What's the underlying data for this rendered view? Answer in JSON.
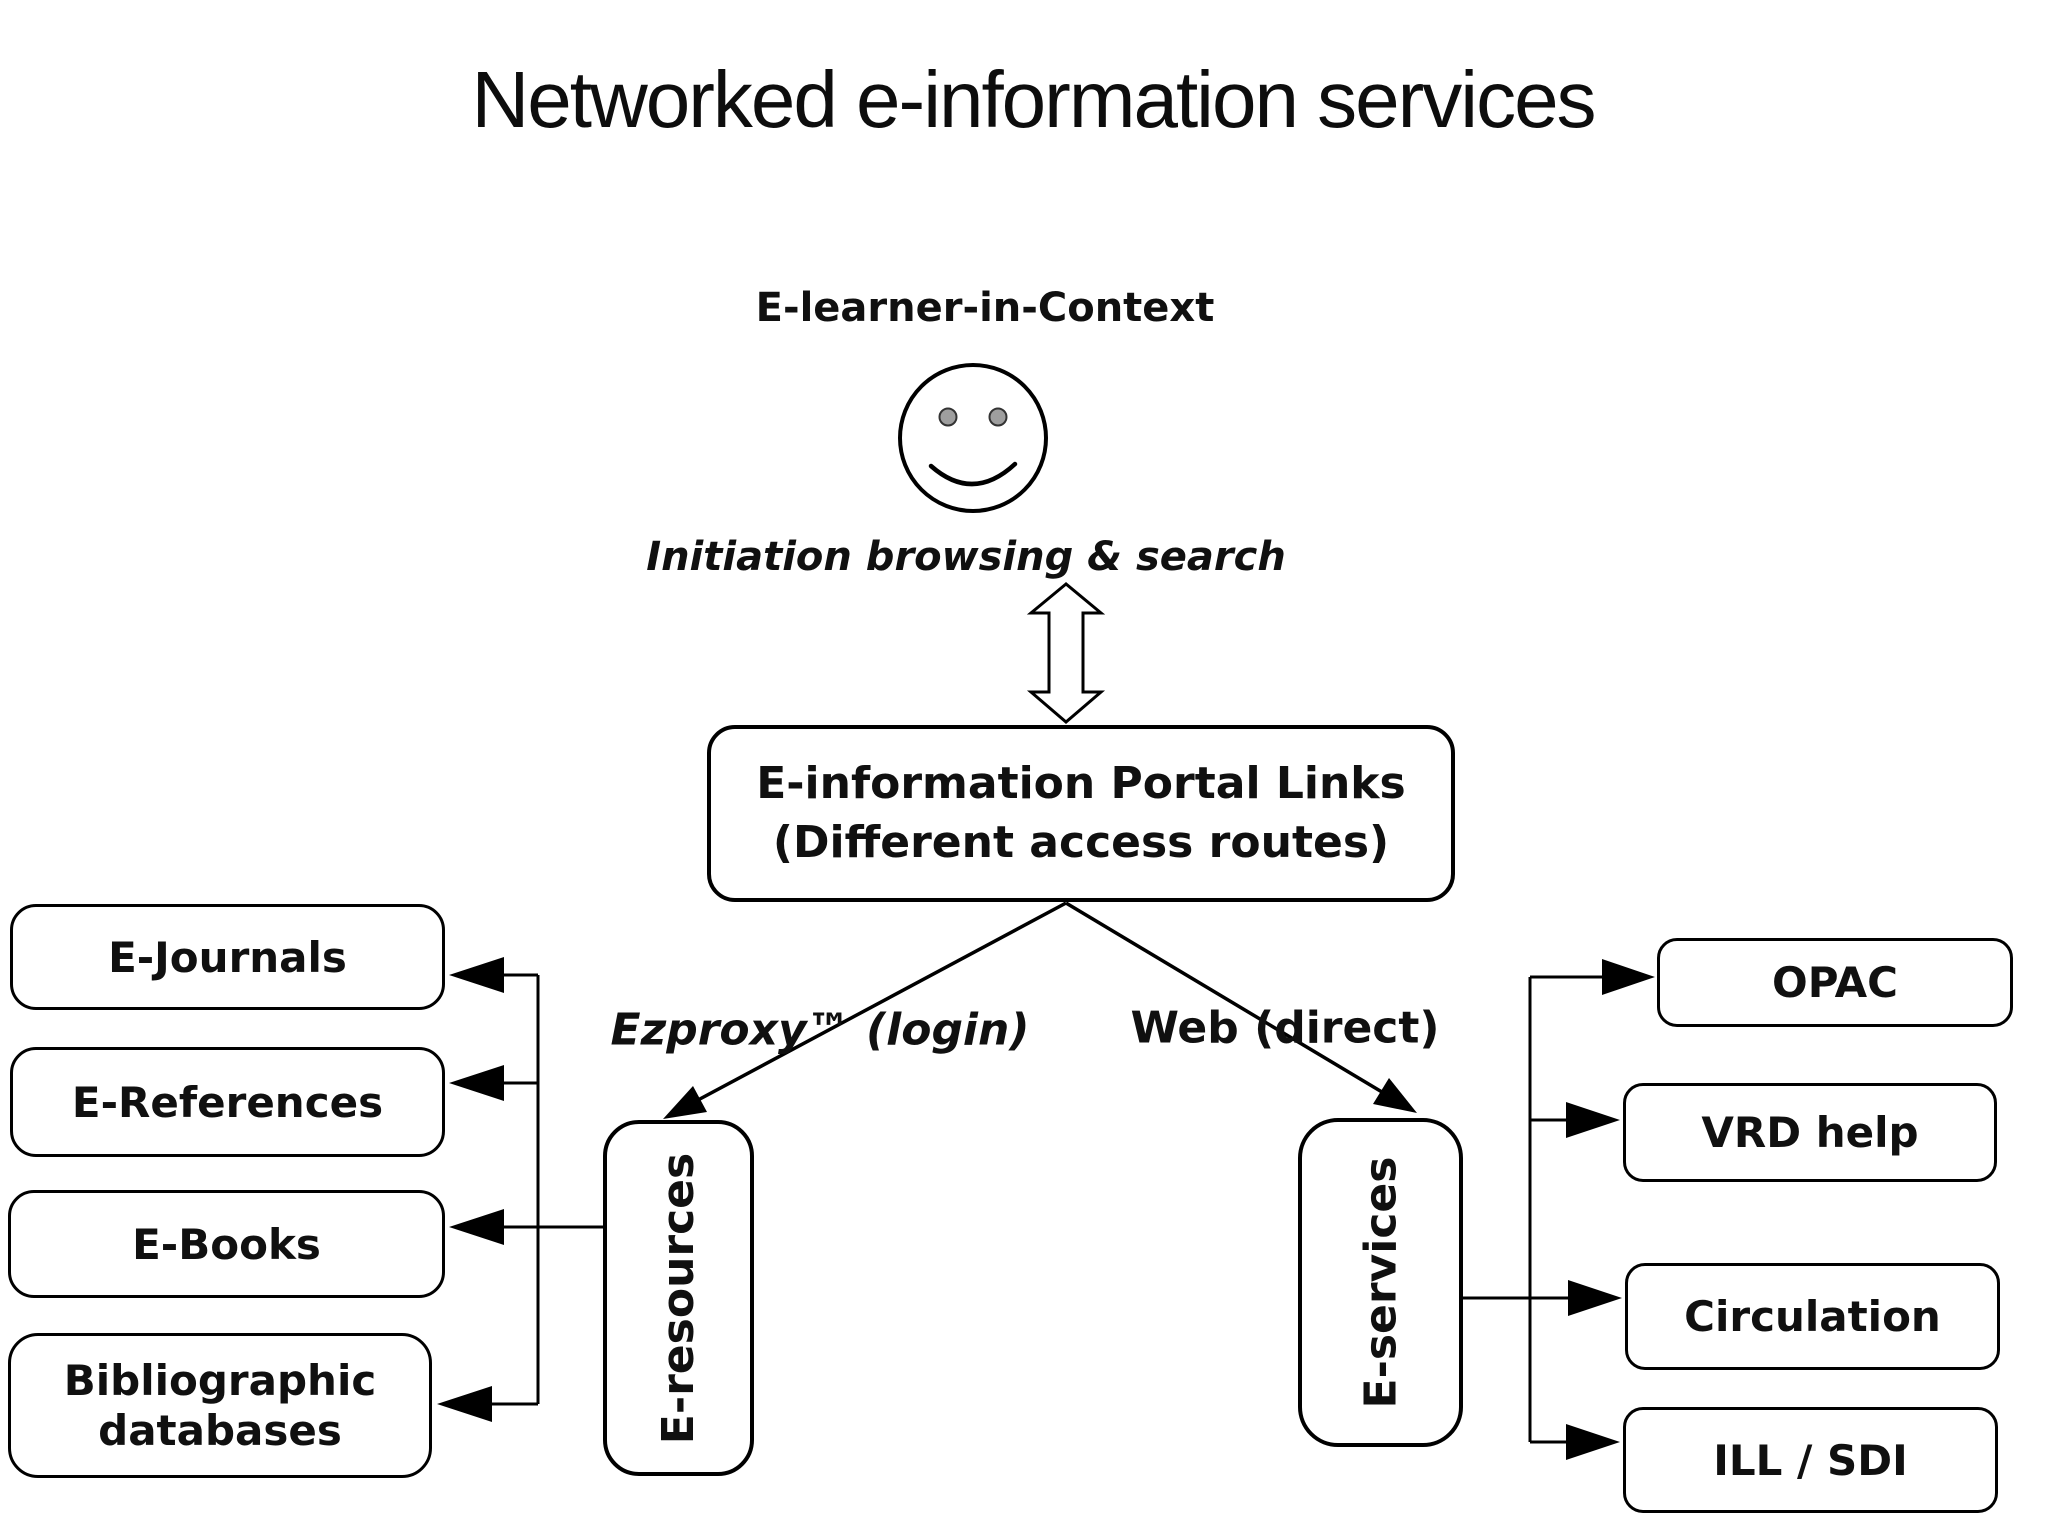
{
  "title": "Networked e-information services",
  "diagram": {
    "learner_label": "E-learner-in-Context",
    "interaction_label": "Initiation browsing & search",
    "portal": {
      "line1": "E-information Portal Links",
      "line2": "(Different access routes)"
    },
    "routes": {
      "left_label": "Ezproxy™ (login)",
      "right_label": "Web (direct)"
    },
    "hubs": {
      "left": "E-resources",
      "right": "E-services"
    },
    "resources": [
      "E-Journals",
      "E-References",
      "E-Books",
      "Bibliographic databases"
    ],
    "services": [
      "OPAC",
      "VRD help",
      "Circulation",
      "ILL / SDI"
    ],
    "icons": {
      "smiley": "smiley-face-icon",
      "double_arrow": "double-headed-arrow-icon"
    },
    "colors": {
      "ink": "#000000",
      "eye_fill": "#9e9e9e",
      "background": "#ffffff"
    }
  }
}
